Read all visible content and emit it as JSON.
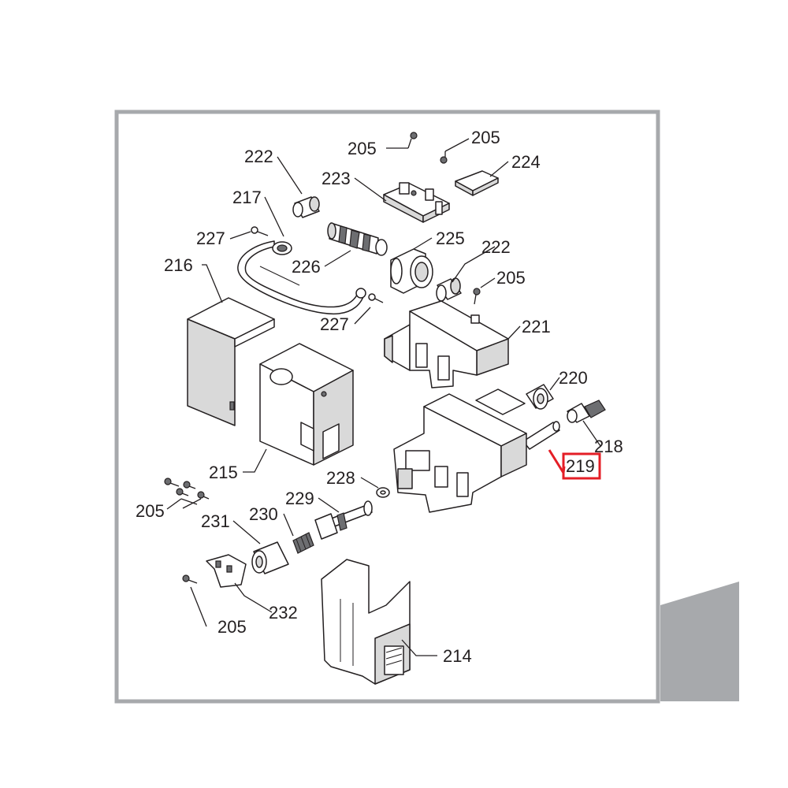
{
  "diagram": {
    "highlight_color": "#e41e26",
    "frame_color": "#a7a9ac",
    "labels": {
      "l205a": "205",
      "l205b": "205",
      "l224": "224",
      "l222a": "222",
      "l223": "223",
      "l217": "217",
      "l227a": "227",
      "l225": "225",
      "l226": "226",
      "l222b": "222",
      "l216": "216",
      "l205c": "205",
      "l227b": "227",
      "l221": "221",
      "l220": "220",
      "l218": "218",
      "l219": "219",
      "l215": "215",
      "l228": "228",
      "l205d": "205",
      "l229": "229",
      "l231": "231",
      "l230": "230",
      "l232": "232",
      "l205e": "205",
      "l214": "214"
    },
    "highlighted_part": "219"
  }
}
